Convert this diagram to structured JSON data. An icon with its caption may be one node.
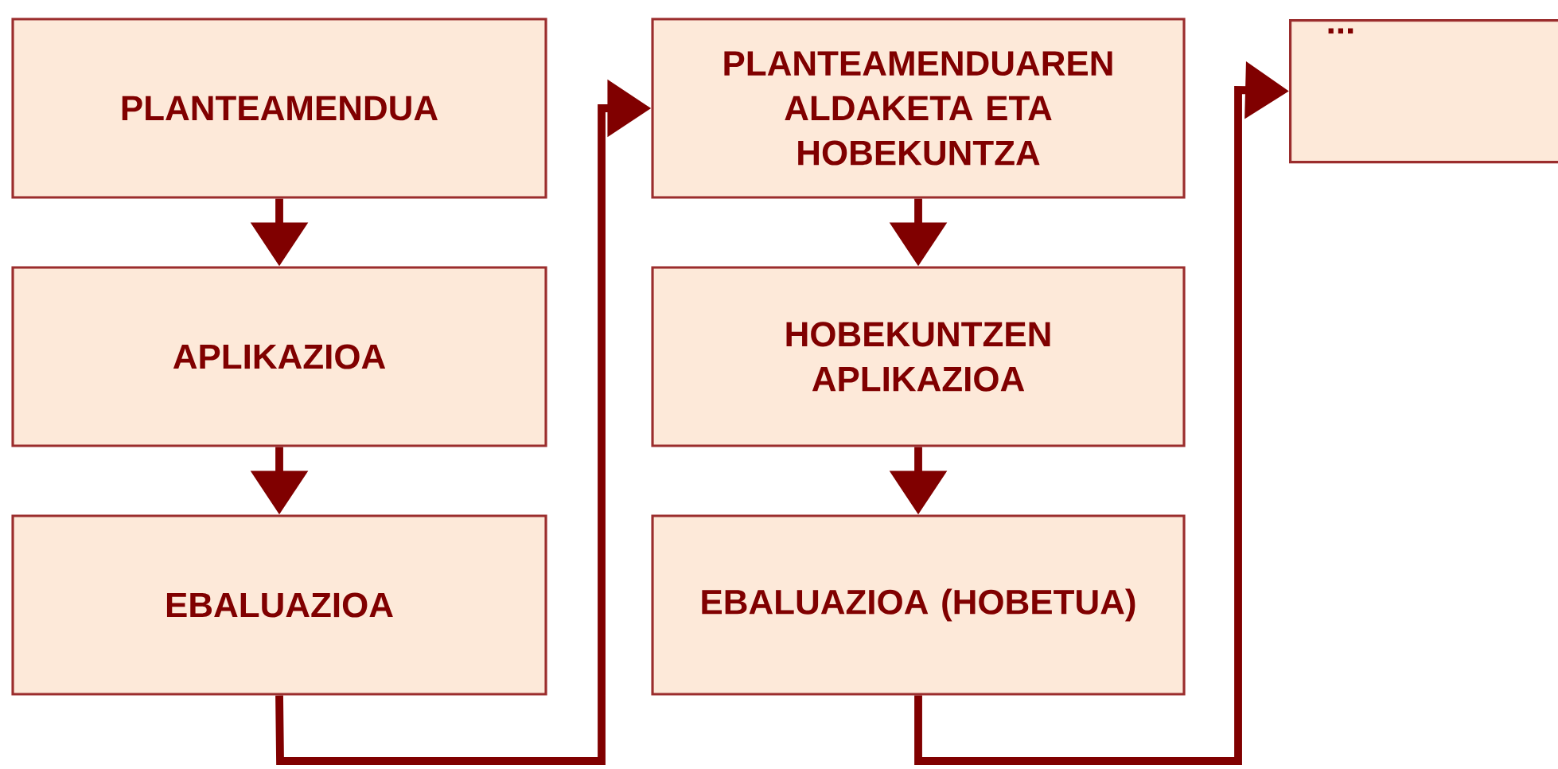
{
  "diagram": {
    "nodes": [
      {
        "text": [
          "PLANTEAMENDUA"
        ]
      },
      {
        "text": [
          "APLIKAZIOA"
        ]
      },
      {
        "text": [
          "EBALUAZIOA"
        ]
      },
      {
        "text": [
          "PLANTEAMENDUAREN ALDAKETA ETA HOBEKUNTZA"
        ]
      },
      {
        "text": [
          "HOBEKUNTZEN APLIKAZIOA"
        ]
      },
      {
        "text": [
          "EBALUAZIOA (HOBETUA)"
        ]
      },
      {
        "text": [
          "..."
        ]
      }
    ],
    "edges": [
      {
        "from": 0,
        "to": 1,
        "arrow": "to"
      },
      {
        "from": 1,
        "to": 2,
        "arrow": "to"
      },
      {
        "from": 2,
        "to": 3,
        "arrow": "to"
      },
      {
        "from": 3,
        "to": 4,
        "arrow": "to"
      },
      {
        "from": 4,
        "to": 5,
        "arrow": "to"
      },
      {
        "from": 5,
        "to": 6,
        "arrow": "to"
      }
    ]
  }
}
